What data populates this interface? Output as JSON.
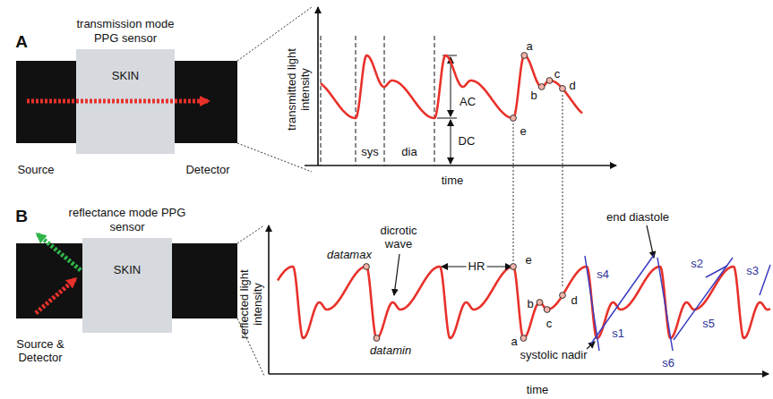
{
  "diagram": {
    "nodes": [
      {
        "text": [
          "transmission mode PPG sensor",
          "SKIN"
        ]
      },
      {
        "text": [
          "reflectance mode PPG sensor",
          "SKIN"
        ]
      }
    ],
    "labels": [
      "A",
      "B",
      "Source",
      "Detector",
      "transmitted light intensity",
      "sys",
      "dia",
      "AC",
      "DC",
      "time",
      "a",
      "b",
      "c",
      "d",
      "e",
      "Source & Detector",
      "reflected light intensity",
      "datamax",
      "dicrotic wave",
      "datamin",
      "HR",
      "e",
      "b",
      "c",
      "d",
      "a",
      "end diastole",
      "systolic nadir",
      "s4",
      "s1",
      "s6",
      "s2",
      "s5",
      "s3",
      "time"
    ]
  }
}
